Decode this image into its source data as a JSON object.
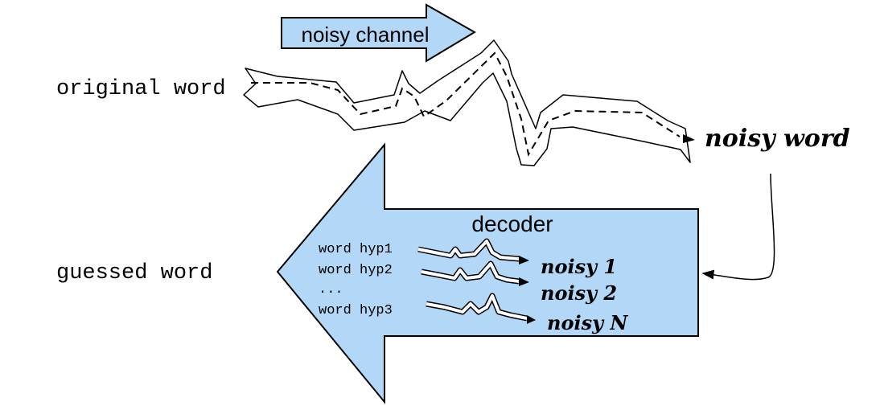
{
  "labels": {
    "original_word": "original word",
    "noisy_word": "noisy word",
    "guessed_word": "guessed word",
    "noisy_channel": "noisy channel",
    "decoder": "decoder"
  },
  "hypotheses": [
    "word hyp1",
    "word hyp2",
    "...",
    "word hyp3"
  ],
  "noisy_outputs": [
    "noisy 1",
    "noisy 2",
    "noisy N"
  ],
  "colors": {
    "arrow_fill": "#b3d8f7",
    "stroke": "#000000",
    "background": "#ffffff"
  }
}
